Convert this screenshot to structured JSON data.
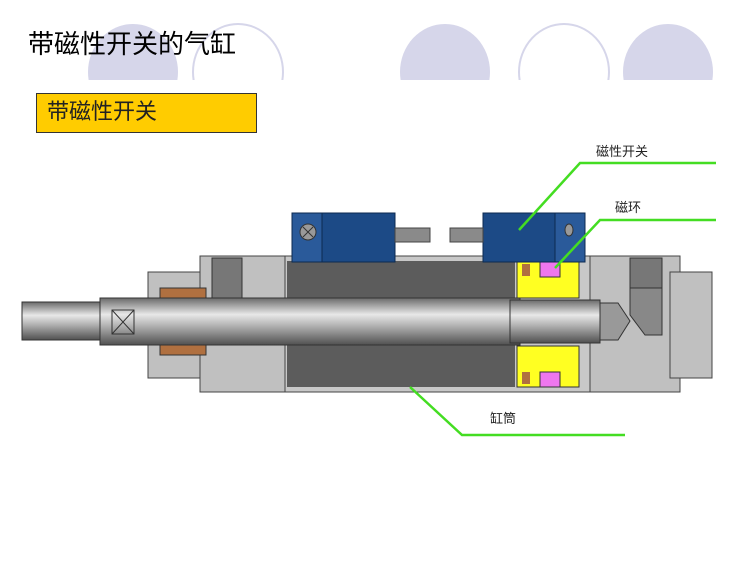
{
  "slide": {
    "title": "带磁性开关的气缸",
    "section_label": "带磁性开关"
  },
  "diagram": {
    "callouts": [
      {
        "id": "magnetic-switch",
        "label": "磁性开关"
      },
      {
        "id": "magnetic-ring",
        "label": "磁环"
      },
      {
        "id": "cylinder-barrel",
        "label": "缸筒"
      }
    ],
    "colors": {
      "callout_line": "#44dd22",
      "piston": "#ffff22",
      "magnet": "#ee77ee",
      "sensor": "#1c4a86",
      "decor": "#d6d6ea",
      "label_box": "#ffcc00"
    }
  }
}
